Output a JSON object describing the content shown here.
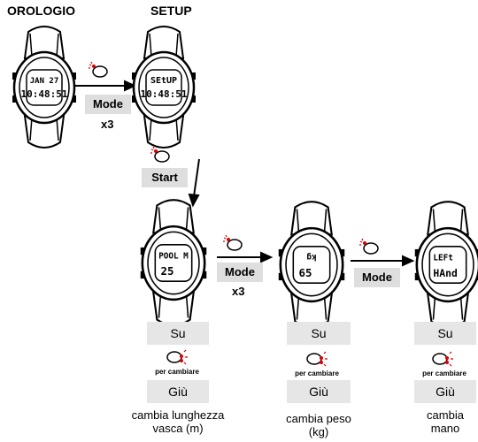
{
  "titles": {
    "watch": "OROLOGIO",
    "setup": "SETUP"
  },
  "watches": [
    {
      "line1": "JAN 27",
      "line2": "10:48:51"
    },
    {
      "line1": "SEtUP",
      "line2": "10:48:51"
    },
    {
      "line1": "POOL  M",
      "line2": "25"
    },
    {
      "line1": "kg",
      "line2": "65"
    },
    {
      "line1": "LEFt",
      "line2": "HAnd"
    }
  ],
  "steps": {
    "mode1": {
      "button": "Mode",
      "times": "x3"
    },
    "start": {
      "button": "Start"
    },
    "mode2": {
      "button": "Mode",
      "times": "x3"
    },
    "mode3": {
      "button": "Mode"
    }
  },
  "controls": {
    "up": "Su",
    "down": "Giù",
    "to_change": "per cambiare"
  },
  "captions": {
    "pool": [
      "cambia lunghezza",
      "vasca (m)"
    ],
    "weight": [
      "cambia peso",
      "(kg)"
    ],
    "hand": [
      "cambia",
      "mano"
    ]
  }
}
